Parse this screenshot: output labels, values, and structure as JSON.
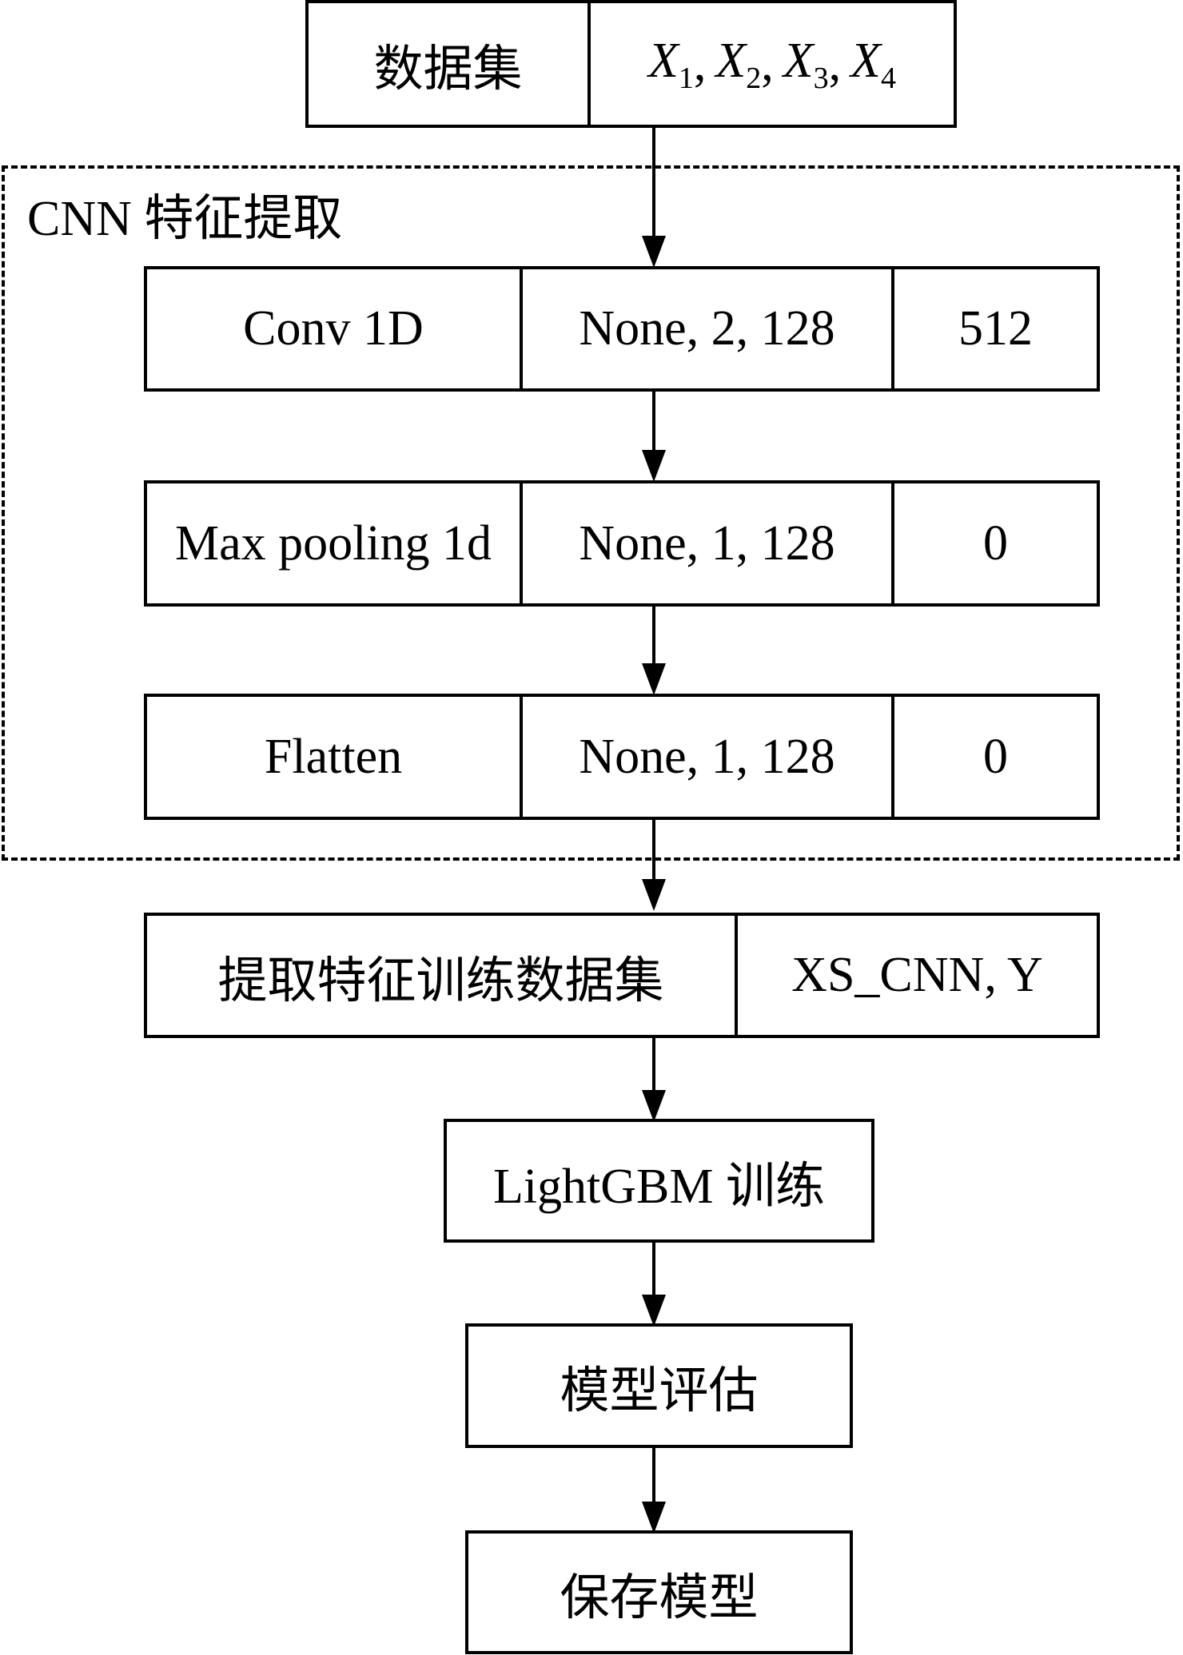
{
  "dataset": {
    "label": "数据集",
    "vars": [
      {
        "base": "X",
        "sub": "1"
      },
      {
        "base": "X",
        "sub": "2"
      },
      {
        "base": "X",
        "sub": "3"
      },
      {
        "base": "X",
        "sub": "4"
      }
    ]
  },
  "cnn_group": {
    "label": "CNN 特征提取",
    "layers": [
      {
        "name": "Conv 1D",
        "shape": "None, 2, 128",
        "params": "512"
      },
      {
        "name": "Max pooling 1d",
        "shape": "None, 1, 128",
        "params": "0"
      },
      {
        "name": "Flatten",
        "shape": "None, 1, 128",
        "params": "0"
      }
    ]
  },
  "features": {
    "label": "提取特征训练数据集",
    "value": "XS_CNN, Y"
  },
  "train": {
    "label": "LightGBM 训练"
  },
  "evaluate": {
    "label": "模型评估"
  },
  "save": {
    "label": "保存模型"
  }
}
